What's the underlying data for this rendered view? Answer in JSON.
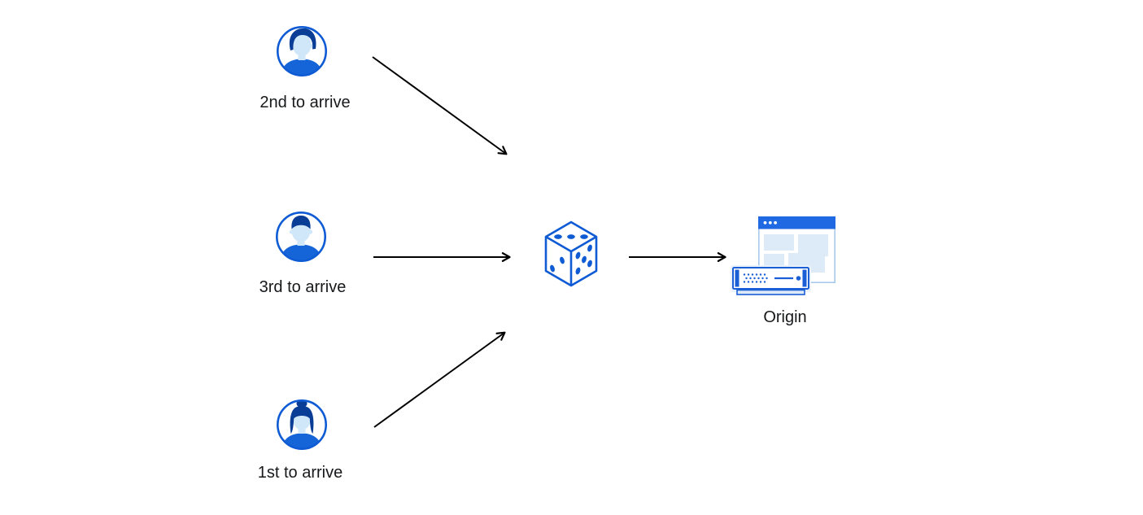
{
  "palette": {
    "primary_blue": "#0f5bd4",
    "dark_navy": "#0a3d96",
    "light_blue": "#cfe7f8",
    "panel_blue": "#dcebf7",
    "titlebar_blue": "#1f6ae3",
    "halo_blue": "#e9f2fb",
    "arrow_black": "#000000",
    "text": "#17181a",
    "background": "#ffffff"
  },
  "diagram": {
    "clients": [
      {
        "label": "2nd to arrive",
        "icon": "user-avatar-man-swept-hair-icon"
      },
      {
        "label": "3rd to arrive",
        "icon": "user-avatar-man-short-hair-icon"
      },
      {
        "label": "1st to arrive",
        "icon": "user-avatar-woman-bun-icon"
      }
    ],
    "randomizer": {
      "icon": "dice-icon"
    },
    "origin": {
      "label": "Origin",
      "icon": "origin-browser-and-server-icon"
    },
    "edges": [
      {
        "from": "2nd to arrive",
        "to": "dice"
      },
      {
        "from": "3rd to arrive",
        "to": "dice"
      },
      {
        "from": "1st to arrive",
        "to": "dice"
      },
      {
        "from": "dice",
        "to": "Origin"
      }
    ]
  }
}
